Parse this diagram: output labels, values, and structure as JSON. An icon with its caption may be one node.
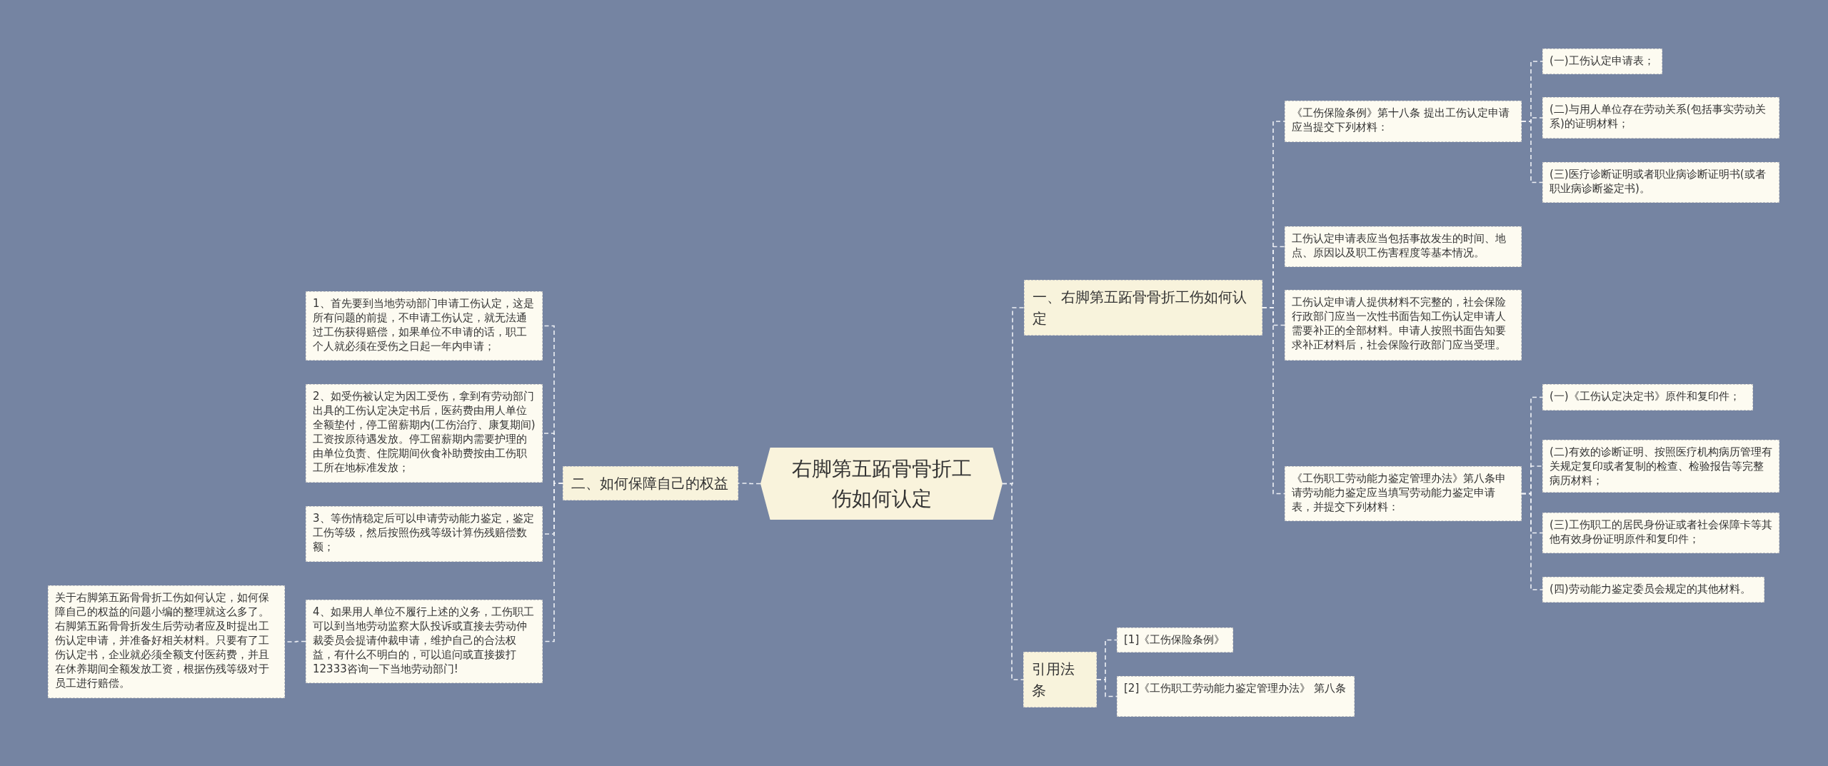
{
  "diagram": {
    "nodes": [
      {
        "text": [
          "右脚第五跖骨骨折工伤如何认定"
        ]
      },
      {
        "text": [
          "一、右脚第五跖骨骨折工伤如何认定"
        ]
      },
      {
        "text": [
          "《工伤保险条例》第十八条 提出工伤认定申请应当提交下列材料："
        ]
      },
      {
        "text": [
          "(一)工伤认定申请表；"
        ]
      },
      {
        "text": [
          "(二)与用人单位存在劳动关系(包括事实劳动关系)的证明材料；"
        ]
      },
      {
        "text": [
          "(三)医疗诊断证明或者职业病诊断证明书(或者职业病诊断鉴定书)。"
        ]
      },
      {
        "text": [
          "工伤认定申请表应当包括事故发生的时间、地点、原因以及职工伤害程度等基本情况。"
        ]
      },
      {
        "text": [
          "工伤认定申请人提供材料不完整的，社会保险行政部门应当一次性书面告知工伤认定申请人需要补正的全部材料。申请人按照书面告知要求补正材料后，社会保险行政部门应当受理。"
        ]
      },
      {
        "text": [
          "《工伤职工劳动能力鉴定管理办法》第八条申请劳动能力鉴定应当填写劳动能力鉴定申请表，并提交下列材料："
        ]
      },
      {
        "text": [
          "(一)《工伤认定决定书》原件和复印件；"
        ]
      },
      {
        "text": [
          "(二)有效的诊断证明、按照医疗机构病历管理有关规定复印或者复制的检查、检验报告等完整病历材料；"
        ]
      },
      {
        "text": [
          "(三)工伤职工的居民身份证或者社会保障卡等其他有效身份证明原件和复印件；"
        ]
      },
      {
        "text": [
          "(四)劳动能力鉴定委员会规定的其他材料。"
        ]
      },
      {
        "text": [
          "引用法条"
        ]
      },
      {
        "text": [
          "[1]《工伤保险条例》"
        ]
      },
      {
        "text": [
          "[2]《工伤职工劳动能力鉴定管理办法》 第八条"
        ]
      },
      {
        "text": [
          "二、如何保障自己的权益"
        ]
      },
      {
        "text": [
          "1、首先要到当地劳动部门申请工伤认定，这是所有问题的前提，不申请工伤认定，就无法通过工伤获得赔偿，如果单位不申请的话，职工个人就必须在受伤之日起一年内申请；"
        ]
      },
      {
        "text": [
          "2、如受伤被认定为因工受伤，拿到有劳动部门出具的工伤认定决定书后，医药费由用人单位全额垫付，停工留薪期内(工伤治疗、康复期间)工资按原待遇发放。停工留薪期内需要护理的由单位负责、住院期间伙食补助费按由工伤职工所在地标准发放；"
        ]
      },
      {
        "text": [
          "3、等伤情稳定后可以申请劳动能力鉴定，鉴定工伤等级，然后按照伤残等级计算伤残赔偿数额；"
        ]
      },
      {
        "text": [
          "4、如果用人单位不履行上述的义务，工伤职工可以到当地劳动监察大队投诉或直接去劳动仲裁委员会提请仲裁申请，维护自己的合法权益，有什么不明白的，可以追问或直接拨打12333咨询一下当地劳动部门!"
        ]
      },
      {
        "text": [
          "关于右脚第五跖骨骨折工伤如何认定，如何保障自己的权益的问题小编的整理就这么多了。右脚第五跖骨骨折发生后劳动者应及时提出工伤认定申请，并准备好相关材料。只要有了工伤认定书，企业就必须全额支付医药费，并且在休养期间全额发放工资，根据伤残等级对于员工进行赔偿。"
        ]
      }
    ],
    "edges": [
      {
        "from": 0,
        "to": 1,
        "arrow": "none"
      },
      {
        "from": 0,
        "to": 13,
        "arrow": "none"
      },
      {
        "from": 0,
        "to": 16,
        "arrow": "none"
      },
      {
        "from": 1,
        "to": 2,
        "arrow": "none"
      },
      {
        "from": 1,
        "to": 6,
        "arrow": "none"
      },
      {
        "from": 1,
        "to": 7,
        "arrow": "none"
      },
      {
        "from": 1,
        "to": 8,
        "arrow": "none"
      },
      {
        "from": 2,
        "to": 3,
        "arrow": "none"
      },
      {
        "from": 2,
        "to": 4,
        "arrow": "none"
      },
      {
        "from": 2,
        "to": 5,
        "arrow": "none"
      },
      {
        "from": 8,
        "to": 9,
        "arrow": "none"
      },
      {
        "from": 8,
        "to": 10,
        "arrow": "none"
      },
      {
        "from": 8,
        "to": 11,
        "arrow": "none"
      },
      {
        "from": 8,
        "to": 12,
        "arrow": "none"
      },
      {
        "from": 13,
        "to": 14,
        "arrow": "none"
      },
      {
        "from": 13,
        "to": 15,
        "arrow": "none"
      },
      {
        "from": 16,
        "to": 17,
        "arrow": "none"
      },
      {
        "from": 16,
        "to": 18,
        "arrow": "none"
      },
      {
        "from": 16,
        "to": 19,
        "arrow": "none"
      },
      {
        "from": 16,
        "to": 20,
        "arrow": "none"
      },
      {
        "from": 20,
        "to": 21,
        "arrow": "none"
      }
    ]
  }
}
